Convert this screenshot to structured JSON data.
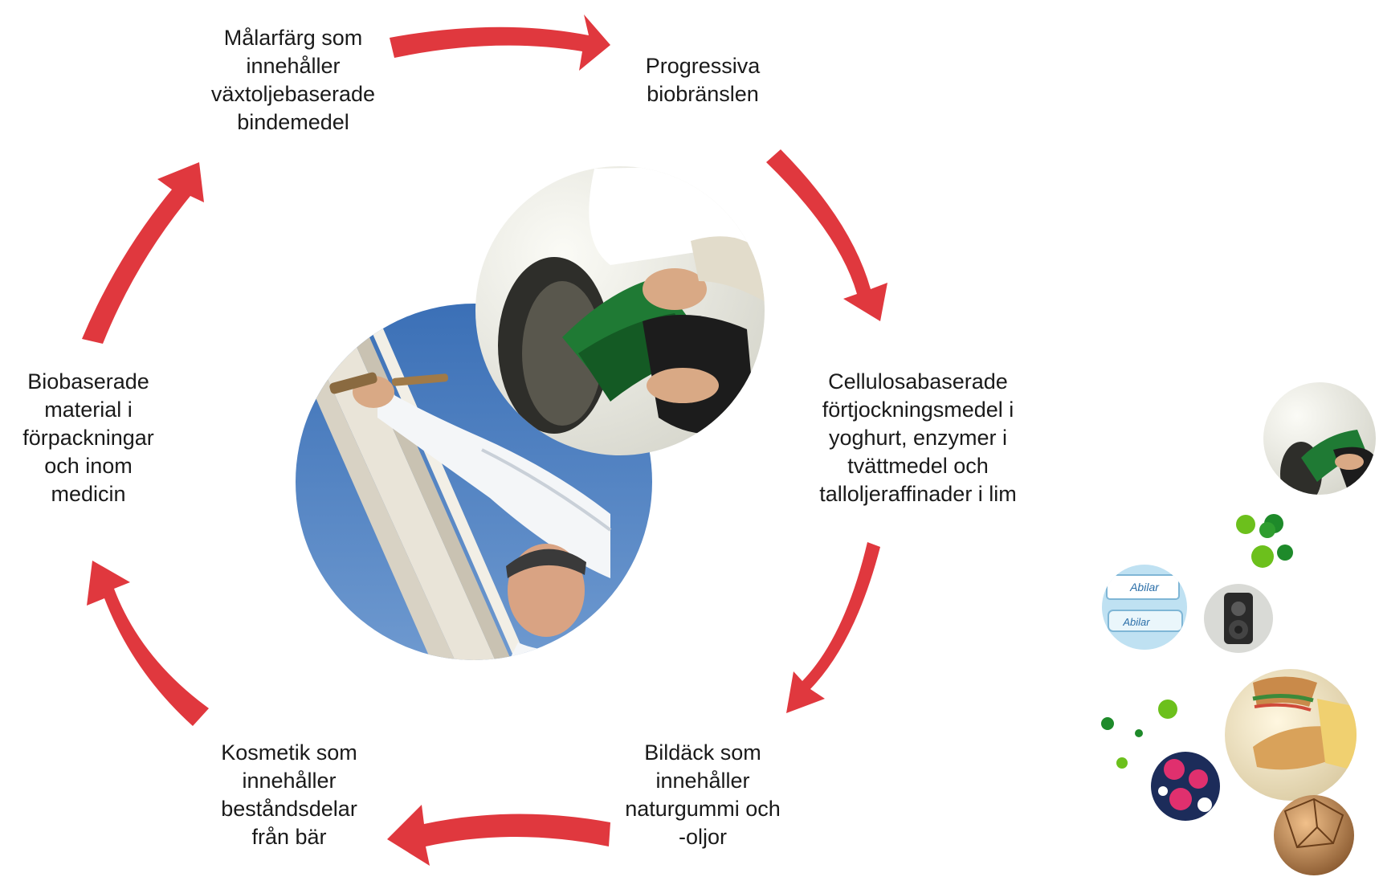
{
  "diagram": {
    "cycle_nodes": [
      {
        "id": "paint",
        "label": "Målarfärg som\ninnehåller\nväxtoljebaserade\nbindemedel"
      },
      {
        "id": "biofuel",
        "label": "Progressiva\nbiobränslen"
      },
      {
        "id": "cellulose",
        "label": "Cellulosabaserade\nförtjockningsmedel i\nyoghurt, enzymer i\ntvättmedel och\ntalloljeraffinader i lim"
      },
      {
        "id": "tires",
        "label": "Bildäck som\ninnehåller\nnaturgummi och\n-oljor"
      },
      {
        "id": "cosmetics",
        "label": "Kosmetik som\ninnehåller\nbeståndsdelar\nfrån bär"
      },
      {
        "id": "packaging",
        "label": "Biobaserade\nmaterial i\nförpackningar\noch inom\nmedicin"
      }
    ],
    "arrow_color": "#e0383e",
    "center_images": [
      {
        "id": "fuel-pump-photo",
        "description_icon": "fuel-nozzle-image"
      },
      {
        "id": "painter-photo",
        "description_icon": "painter-image"
      }
    ],
    "side_images": [
      {
        "id": "fuel-thumb",
        "icon": "fuel-nozzle-image"
      },
      {
        "id": "abilar-thumb",
        "icon": "ointment-tube-image",
        "text": "Abilar"
      },
      {
        "id": "speaker-thumb",
        "icon": "speaker-image"
      },
      {
        "id": "bread-thumb",
        "icon": "baguette-image"
      },
      {
        "id": "fabric-thumb",
        "icon": "floral-fabric-image"
      },
      {
        "id": "leather-thumb",
        "icon": "leather-image"
      }
    ],
    "accent_colors": {
      "green_dark": "#1e8a2a",
      "green_light": "#6cc01c",
      "sky_blue": "#4f7fbf",
      "nozzle_green": "#1f7a34"
    }
  }
}
